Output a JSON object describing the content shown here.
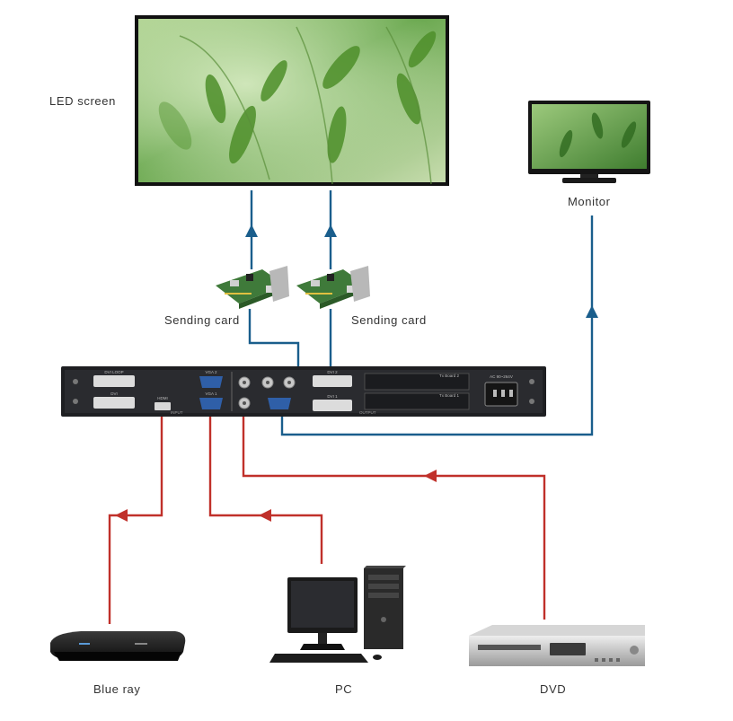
{
  "labels": {
    "led_screen": "LED screen",
    "monitor": "Monitor",
    "sending_card_1": "Sending card",
    "sending_card_2": "Sending card",
    "blue_ray": "Blue ray",
    "pc": "PC",
    "dvd": "DVD"
  },
  "colors": {
    "output_line": "#1a5e8c",
    "input_line": "#c0302a",
    "processor_body": "#1e1f22",
    "screen_green": "#6aa84f",
    "card_pcb": "#3f7a3a"
  },
  "processor_panel": {
    "dvi_loop": "DVI LOOP",
    "dvi_in": "DVI",
    "hdmi": "HDMI",
    "vga2": "VGA 2",
    "vga1": "VGA 1",
    "dvi2": "DVI 2",
    "dvi1": "DVI 1",
    "txboard2": "Tx Board 2",
    "txboard1": "Tx Board 1",
    "power": "AC 90~264V",
    "input_section": "INPUT",
    "output_section": "OUTPUT"
  }
}
